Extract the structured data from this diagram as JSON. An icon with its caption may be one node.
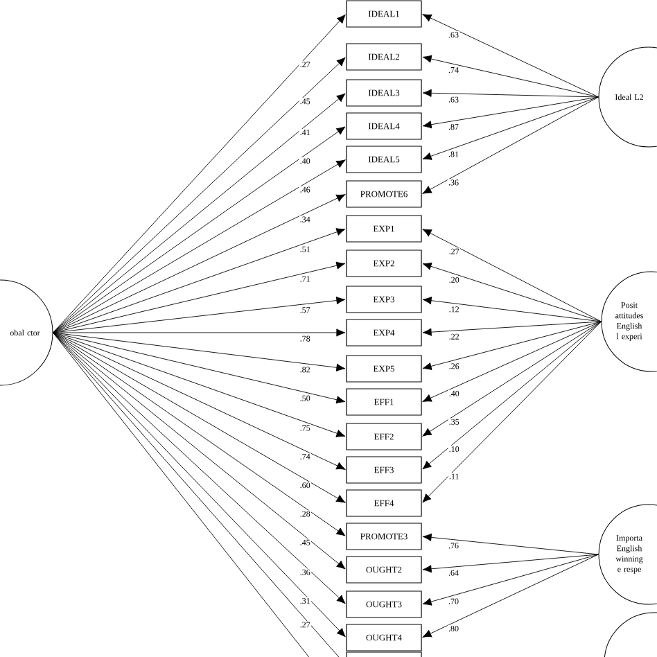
{
  "diagram": {
    "nodes": [
      {
        "text": [
          "obal ctor"
        ]
      },
      {
        "text": [
          "IDEAL1"
        ]
      },
      {
        "text": [
          "IDEAL2"
        ]
      },
      {
        "text": [
          "IDEAL3"
        ]
      },
      {
        "text": [
          "IDEAL4"
        ]
      },
      {
        "text": [
          "IDEAL5"
        ]
      },
      {
        "text": [
          "PROMOTE6"
        ]
      },
      {
        "text": [
          "EXP1"
        ]
      },
      {
        "text": [
          "EXP2"
        ]
      },
      {
        "text": [
          "EXP3"
        ]
      },
      {
        "text": [
          "EXP4"
        ]
      },
      {
        "text": [
          "EXP5"
        ]
      },
      {
        "text": [
          "EFF1"
        ]
      },
      {
        "text": [
          "EFF2"
        ]
      },
      {
        "text": [
          "EFF3"
        ]
      },
      {
        "text": [
          "EFF4"
        ]
      },
      {
        "text": [
          "PROMOTE3"
        ]
      },
      {
        "text": [
          "OUGHT2"
        ]
      },
      {
        "text": [
          "OUGHT3"
        ]
      },
      {
        "text": [
          "OUGHT4"
        ]
      },
      {
        "text": [],
        "shape": "box"
      },
      {
        "text": [
          "Ideal L2"
        ]
      },
      {
        "text": [
          "Posit attitudes English l experi"
        ]
      },
      {
        "text": [
          "Importa English winning e respe"
        ]
      },
      {
        "text": [],
        "shape": "circle"
      }
    ],
    "edges": [
      {
        "from": 0,
        "to": 1,
        "arrow": "to",
        "label": ".27"
      },
      {
        "from": 0,
        "to": 2,
        "arrow": "to",
        "label": ".45"
      },
      {
        "from": 0,
        "to": 3,
        "arrow": "to",
        "label": ".41"
      },
      {
        "from": 0,
        "to": 4,
        "arrow": "to",
        "label": ".40"
      },
      {
        "from": 0,
        "to": 5,
        "arrow": "to",
        "label": ".46"
      },
      {
        "from": 0,
        "to": 6,
        "arrow": "to",
        "label": ".34"
      },
      {
        "from": 0,
        "to": 7,
        "arrow": "to",
        "label": ".51"
      },
      {
        "from": 0,
        "to": 8,
        "arrow": "to",
        "label": ".71"
      },
      {
        "from": 0,
        "to": 9,
        "arrow": "to",
        "label": ".57"
      },
      {
        "from": 0,
        "to": 10,
        "arrow": "to",
        "label": ".78"
      },
      {
        "from": 0,
        "to": 11,
        "arrow": "to",
        "label": ".82"
      },
      {
        "from": 0,
        "to": 12,
        "arrow": "to",
        "label": ".50"
      },
      {
        "from": 0,
        "to": 13,
        "arrow": "to",
        "label": ".75"
      },
      {
        "from": 0,
        "to": 14,
        "arrow": "to",
        "label": ".74"
      },
      {
        "from": 0,
        "to": 15,
        "arrow": "to",
        "label": ".60"
      },
      {
        "from": 0,
        "to": 16,
        "arrow": "to",
        "label": ".28"
      },
      {
        "from": 0,
        "to": 17,
        "arrow": "to",
        "label": ".45"
      },
      {
        "from": 0,
        "to": 18,
        "arrow": "to",
        "label": ".36"
      },
      {
        "from": 0,
        "to": 19,
        "arrow": "to",
        "label": ".31"
      },
      {
        "from": 0,
        "to": 20,
        "arrow": "none",
        "label": ".27"
      },
      {
        "from": 0,
        "to": null,
        "arrow": "none"
      },
      {
        "from": 21,
        "to": 1,
        "arrow": "to",
        "label": ".63"
      },
      {
        "from": 21,
        "to": 2,
        "arrow": "to",
        "label": ".74"
      },
      {
        "from": 21,
        "to": 3,
        "arrow": "to",
        "label": ".63"
      },
      {
        "from": 21,
        "to": 4,
        "arrow": "to",
        "label": ".87"
      },
      {
        "from": 21,
        "to": 5,
        "arrow": "to",
        "label": ".81"
      },
      {
        "from": 21,
        "to": 6,
        "arrow": "to",
        "label": ".36"
      },
      {
        "from": 22,
        "to": 7,
        "arrow": "to",
        "label": ".27"
      },
      {
        "from": 22,
        "to": 8,
        "arrow": "to",
        "label": ".20"
      },
      {
        "from": 22,
        "to": 9,
        "arrow": "to",
        "label": ".12"
      },
      {
        "from": 22,
        "to": 10,
        "arrow": "to",
        "label": ".22"
      },
      {
        "from": 22,
        "to": 11,
        "arrow": "to",
        "label": ".26"
      },
      {
        "from": 22,
        "to": 12,
        "arrow": "to",
        "label": ".40"
      },
      {
        "from": 22,
        "to": 13,
        "arrow": "to",
        "label": ".35"
      },
      {
        "from": 22,
        "to": 14,
        "arrow": "to",
        "label": ".10"
      },
      {
        "from": 22,
        "to": 15,
        "arrow": "to",
        "label": ".11"
      },
      {
        "from": 23,
        "to": 16,
        "arrow": "to",
        "label": ".76"
      },
      {
        "from": 23,
        "to": 17,
        "arrow": "to",
        "label": ".64"
      },
      {
        "from": 23,
        "to": 18,
        "arrow": "to",
        "label": ".70"
      },
      {
        "from": 23,
        "to": 19,
        "arrow": "to",
        "label": ".80"
      }
    ]
  }
}
